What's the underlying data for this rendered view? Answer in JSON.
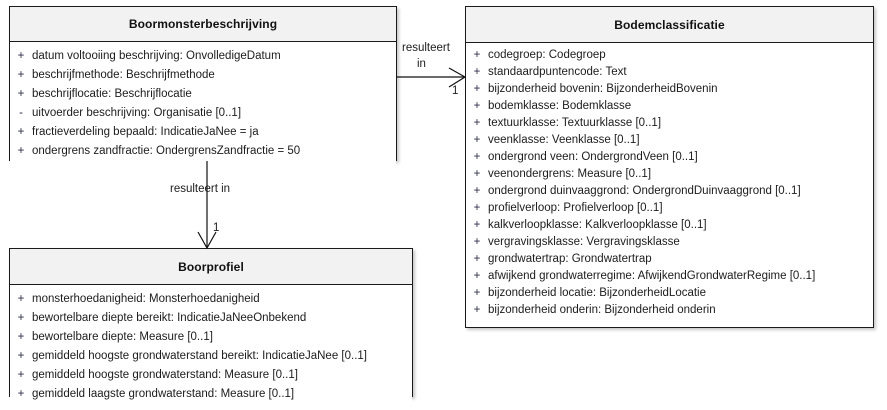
{
  "diagram": {
    "type": "uml-class-diagram",
    "background": "#ffffff",
    "header_fill": "#f2f2f2",
    "border_color": "#1a1a1a"
  },
  "classes": [
    {
      "id": "boormonsterbeschrijving",
      "name": "Boormonsterbeschrijving",
      "attributes": [
        {
          "visibility": "+",
          "text": "datum voltooiing beschrijving: OnvolledigeDatum"
        },
        {
          "visibility": "+",
          "text": "beschrijfmethode: Beschrijfmethode"
        },
        {
          "visibility": "+",
          "text": "beschrijflocatie: Beschrijflocatie"
        },
        {
          "visibility": "-",
          "text": "uitvoerder beschrijving: Organisatie [0..1]"
        },
        {
          "visibility": "+",
          "text": "fractieverdeling bepaald: IndicatieJaNee = ja"
        },
        {
          "visibility": "+",
          "text": "ondergrens zandfractie: OndergrensZandfractie = 50"
        }
      ]
    },
    {
      "id": "boorprofiel",
      "name": "Boorprofiel",
      "attributes": [
        {
          "visibility": "+",
          "text": "monsterhoedanigheid: Monsterhoedanigheid"
        },
        {
          "visibility": "+",
          "text": "bewortelbare diepte bereikt: IndicatieJaNeeOnbekend"
        },
        {
          "visibility": "+",
          "text": "bewortelbare diepte: Measure [0..1]"
        },
        {
          "visibility": "+",
          "text": "gemiddeld hoogste grondwaterstand bereikt: IndicatieJaNee [0..1]"
        },
        {
          "visibility": "+",
          "text": "gemiddeld hoogste grondwaterstand: Measure [0..1]"
        },
        {
          "visibility": "+",
          "text": "gemiddeld laagste grondwaterstand: Measure [0..1]"
        }
      ]
    },
    {
      "id": "bodemclassificatie",
      "name": "Bodemclassificatie",
      "attributes": [
        {
          "visibility": "+",
          "text": "codegroep: Codegroep"
        },
        {
          "visibility": "+",
          "text": "standaardpuntencode: Text"
        },
        {
          "visibility": "+",
          "text": "bijzonderheid bovenin: BijzonderheidBovenin"
        },
        {
          "visibility": "+",
          "text": "bodemklasse: Bodemklasse"
        },
        {
          "visibility": "+",
          "text": "textuurklasse: Textuurklasse [0..1]"
        },
        {
          "visibility": "+",
          "text": "veenklasse: Veenklasse [0..1]"
        },
        {
          "visibility": "+",
          "text": "ondergrond veen: OndergrondVeen [0..1]"
        },
        {
          "visibility": "+",
          "text": "veenondergrens: Measure [0..1]"
        },
        {
          "visibility": "+",
          "text": "ondergrond duinvaaggrond: OndergrondDuinvaaggrond [0..1]"
        },
        {
          "visibility": "+",
          "text": "profielverloop: Profielverloop [0..1]"
        },
        {
          "visibility": "+",
          "text": "kalkverloopklasse: Kalkverloopklasse [0..1]"
        },
        {
          "visibility": "+",
          "text": "vergravingsklasse: Vergravingsklasse"
        },
        {
          "visibility": "+",
          "text": "grondwatertrap: Grondwatertrap"
        },
        {
          "visibility": "+",
          "text": "afwijkend grondwaterregime: AfwijkendGrondwaterRegime [0..1]"
        },
        {
          "visibility": "+",
          "text": "bijzonderheid locatie: BijzonderheidLocatie"
        },
        {
          "visibility": "+",
          "text": "bijzonderheid onderin: Bijzonderheid onderin"
        }
      ]
    }
  ],
  "associations": [
    {
      "id": "assoc-right",
      "source": "Boormonsterbeschrijving",
      "target": "Bodemclassificatie",
      "label_line1": "resulteert",
      "label_line2": "in",
      "target_multiplicity": "1",
      "arrow": "open"
    },
    {
      "id": "assoc-down",
      "source": "Boormonsterbeschrijving",
      "target": "Boorprofiel",
      "label": "resulteert in",
      "target_multiplicity": "1",
      "arrow": "open"
    }
  ]
}
